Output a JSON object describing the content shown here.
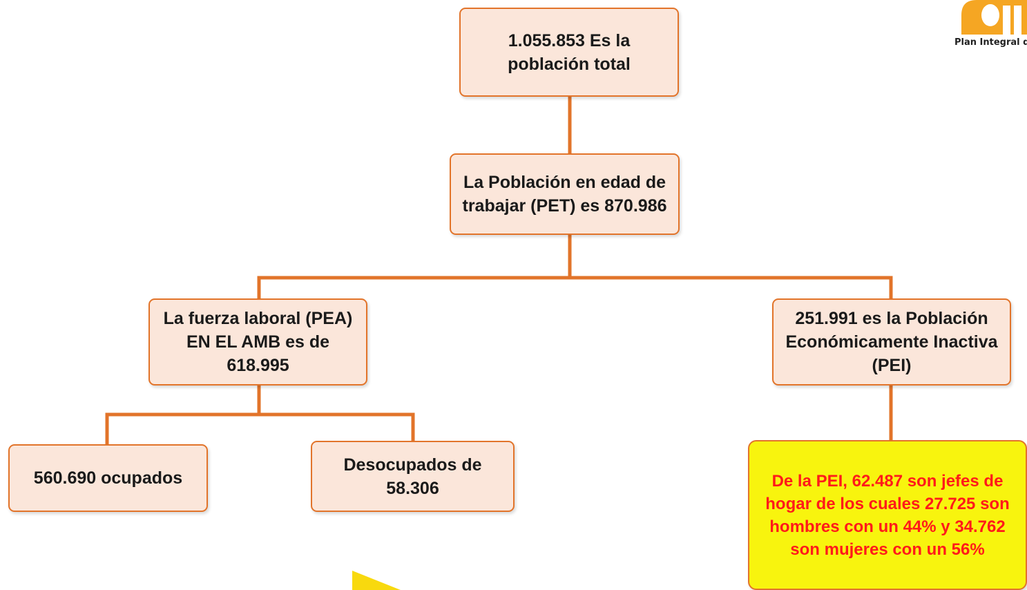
{
  "nodes": {
    "total": "1.055.853  Es la población total",
    "pet": "La Población en edad de trabajar (PET) es 870.986",
    "pea": "La fuerza laboral (PEA) EN EL AMB es de 618.995",
    "pei": "251.991  es la Población Económicamente Inactiva (PEI)",
    "ocupados": "560.690  ocupados",
    "desocupados": "Desocupados de 58.306",
    "pei_detail": "De la PEI, 62.487 son jefes de hogar  de los cuales 27.725 son hombres con un 44% y 34.762 son mujeres con un 56%"
  },
  "logo": {
    "text": "Plan Integral d"
  },
  "colors": {
    "box_fill": "#fbe6da",
    "box_border": "#e2742a",
    "connector": "#e2742a",
    "highlight_fill": "#f8f40e",
    "highlight_text": "#ff1a1a",
    "logo_orange": "#f5a623"
  }
}
